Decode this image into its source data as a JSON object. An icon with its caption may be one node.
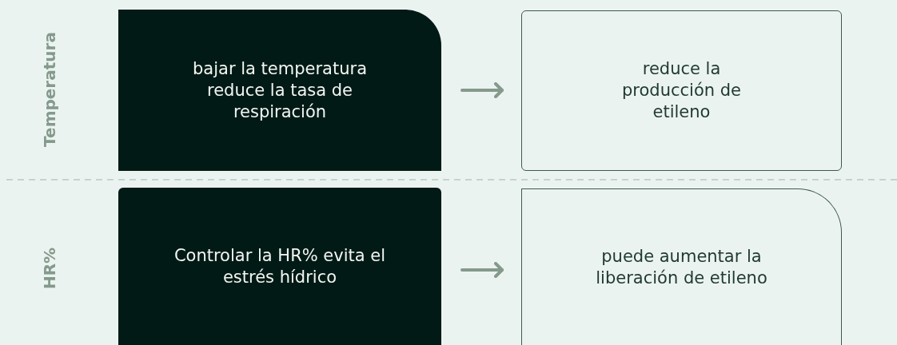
{
  "diagram": {
    "nodes": [
      {
        "text": [
          "bajar la temperatura reduce la tasa de respiración"
        ]
      },
      {
        "text": [
          "reduce la producción de etileno"
        ]
      },
      {
        "text": [
          "Controlar la HR% evita el estrés hídrico"
        ]
      },
      {
        "text": [
          "puede aumentar la liberación de etileno"
        ]
      }
    ],
    "edges": [
      {
        "from": 0,
        "to": 1,
        "arrow": "to"
      },
      {
        "from": 2,
        "to": 3,
        "arrow": "to"
      }
    ],
    "labels": [
      "Temperatura",
      "HR%"
    ]
  }
}
